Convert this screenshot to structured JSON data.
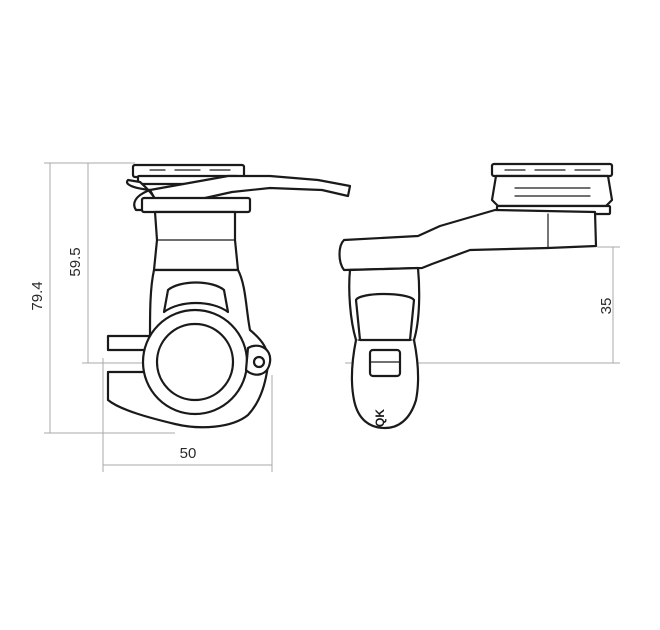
{
  "dimensions": {
    "total_height": "79.4",
    "upper_height": "59.5",
    "width": "50",
    "offset_height": "35"
  },
  "views": {
    "front": {
      "clamp_mark": ""
    },
    "side": {
      "logo_mark": "QK"
    }
  },
  "colors": {
    "outline": "#1a1a1a",
    "dimension_line": "#a8a8a8",
    "text": "#2a2a2a",
    "background": "#ffffff"
  }
}
